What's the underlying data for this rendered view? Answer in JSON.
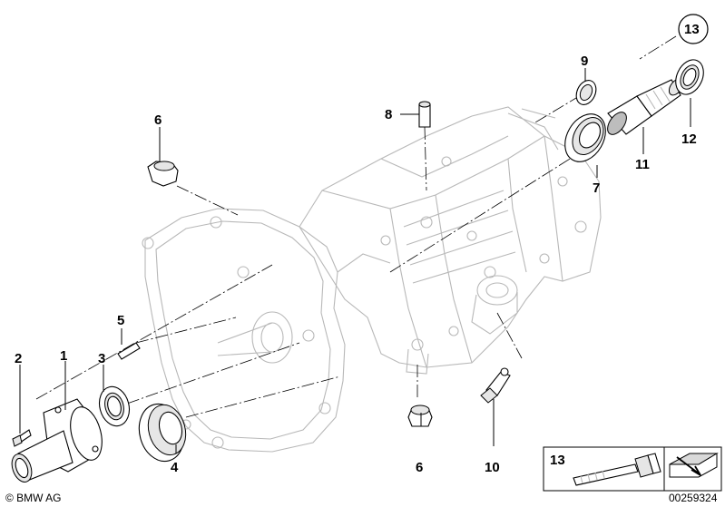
{
  "callouts": {
    "c1": "1",
    "c2": "2",
    "c3": "3",
    "c4": "4",
    "c5": "5",
    "c6_top": "6",
    "c6_bottom": "6",
    "c7": "7",
    "c8": "8",
    "c9": "9",
    "c10": "10",
    "c11": "11",
    "c12": "12",
    "c13_circled": "13",
    "c13_inset": "13"
  },
  "copyright": "© BMW AG",
  "image_number": "00259324"
}
